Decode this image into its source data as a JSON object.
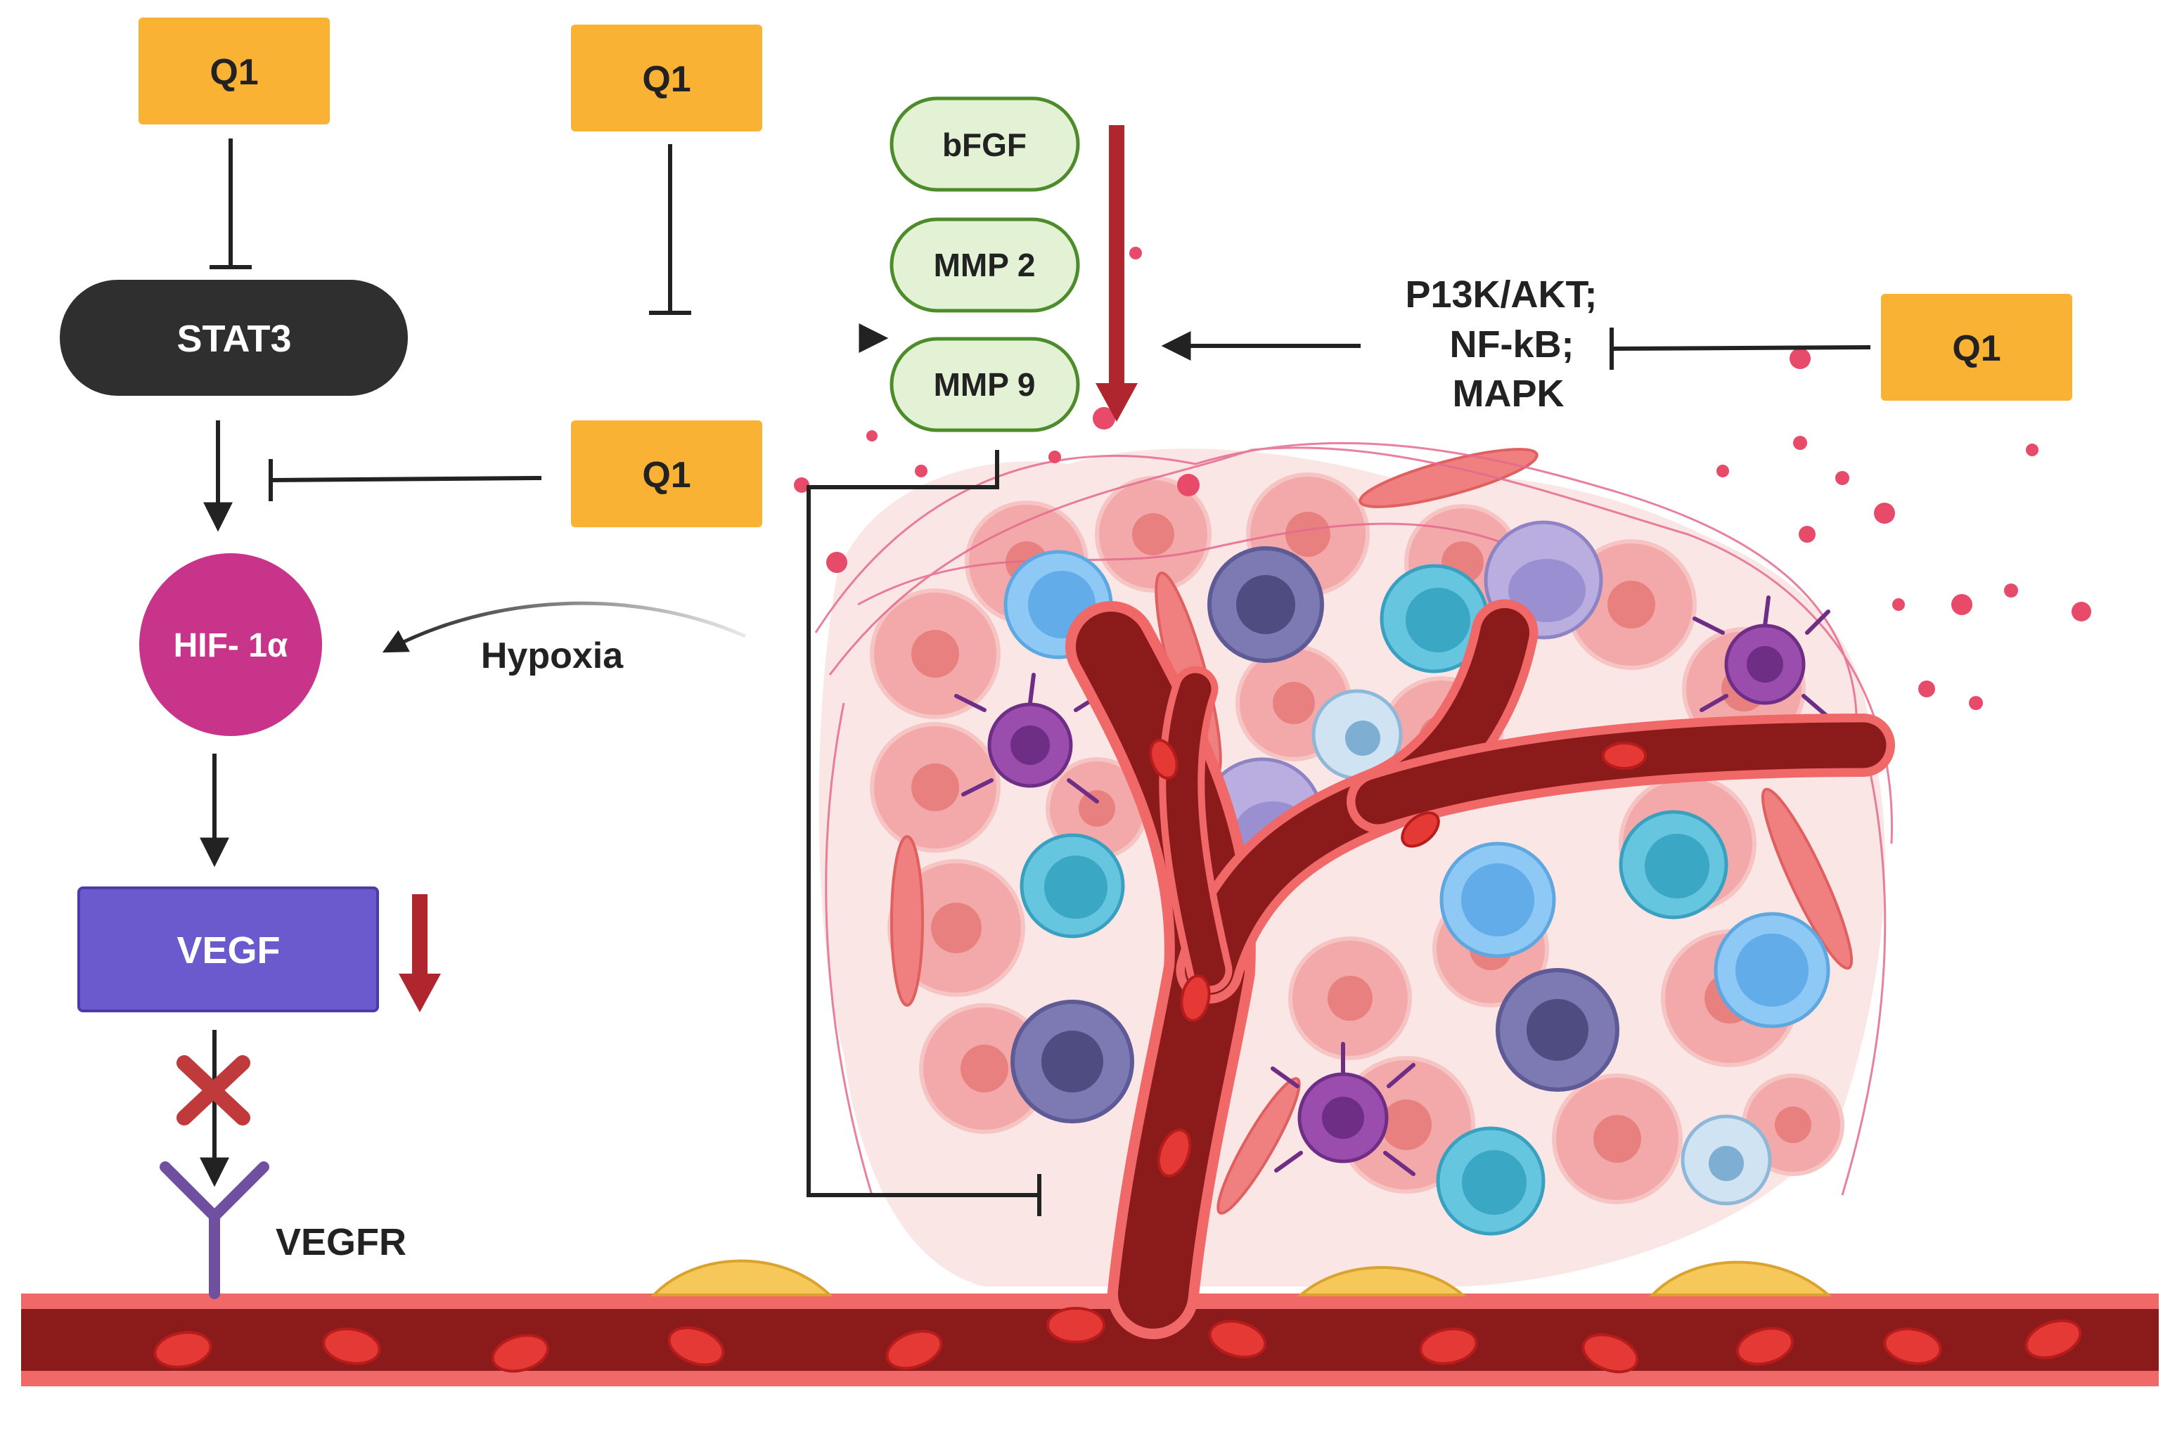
{
  "nodes": {
    "q1_top_left": "Q1",
    "q1_top_mid": "Q1",
    "q1_mid": "Q1",
    "q1_right": "Q1",
    "stat3": "STAT3",
    "hif": "HIF- 1α",
    "vegf": "VEGF",
    "vegfr": "VEGFR",
    "hypoxia": "Hypoxia",
    "bfgf": "bFGF",
    "mmp2": "MMP 2",
    "mmp9": "MMP 9",
    "pathway_line1": "P13K/AKT;",
    "pathway_line2": "NF-kB;",
    "pathway_line3": "MAPK"
  },
  "colors": {
    "q1_fill": "#F9B233",
    "stat3_fill": "#2F2F2F",
    "hif_fill": "#C7348A",
    "vegf_fill": "#6A5ACD",
    "green_fill": "#E3F2D5",
    "green_stroke": "#4C8C2A",
    "down_arrow": "#B0262E",
    "vessel": "#8B1A1A",
    "vessel_light": "#F06868"
  }
}
